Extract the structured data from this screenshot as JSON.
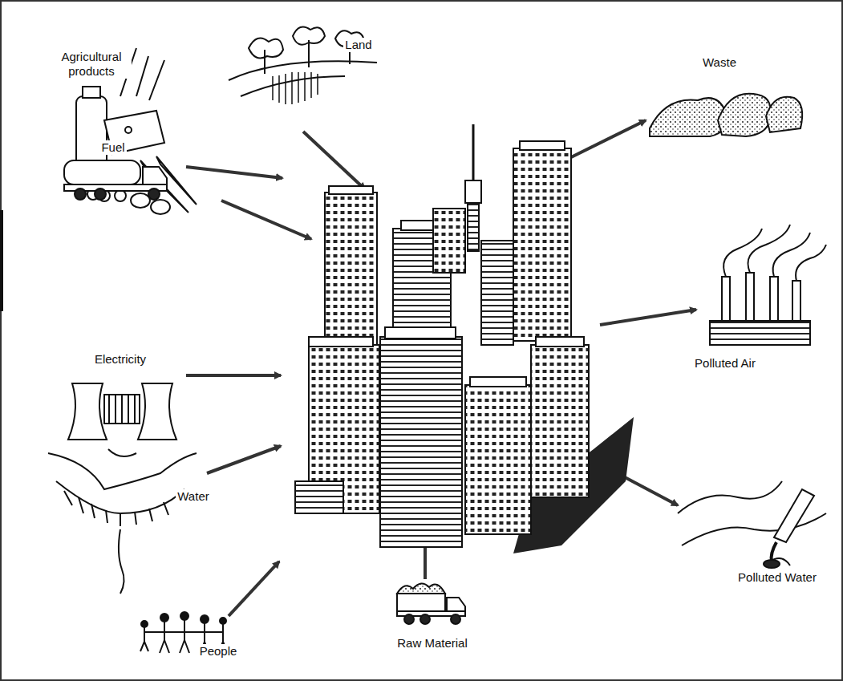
{
  "diagram": {
    "labels": [
      "Agricultural products",
      "Land",
      "Waste",
      "Fuel",
      "Electricity",
      "Polluted Air",
      "Water",
      "Polluted Water",
      "People",
      "Raw Material"
    ]
  }
}
